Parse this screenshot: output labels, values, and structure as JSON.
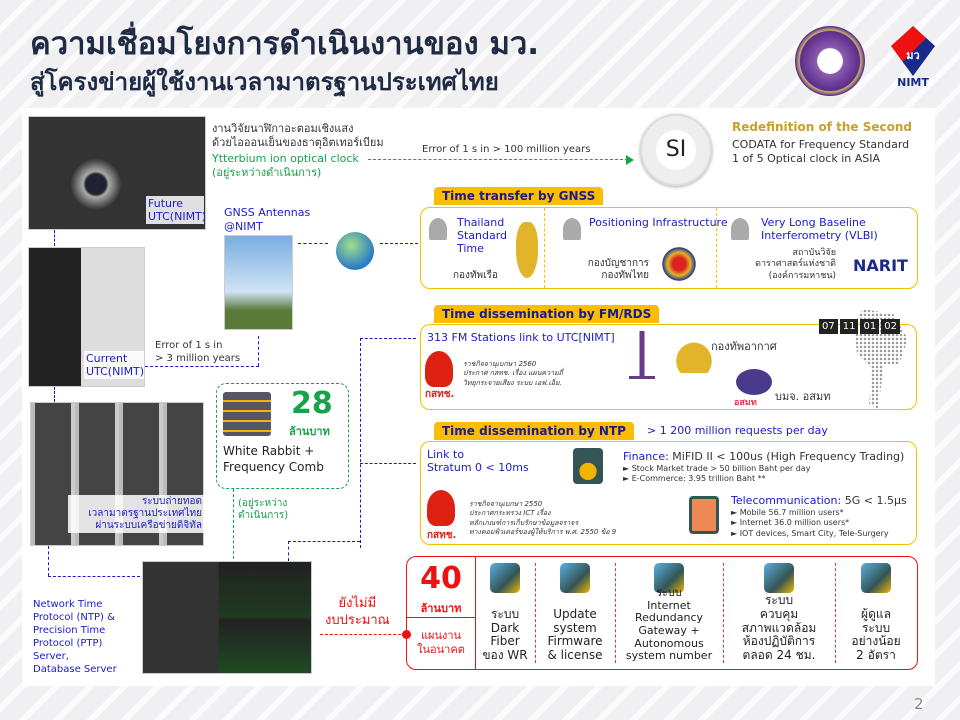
{
  "title": {
    "line1": "ความเชื่อมโยงการดำเนินงานของ มว.",
    "line2": "สู่โครงข่ายผู้ใช้งานเวลามาตรฐานประเทศไทย"
  },
  "logos": {
    "nimt": "NIMT",
    "mw": "มว"
  },
  "page_number": "2",
  "optical": {
    "th1": "งานวิจัยนาฬิกาอะตอมเชิงแสง",
    "th2": "ด้วยไอออนเย็นของธาตุอิตเทอร์เบียม",
    "name": "Ytterbium ion optical clock",
    "status": "(อยู่ระหว่างดำเนินการ)",
    "error": "Error of 1 s in > 100 million years",
    "photo_label": "Future UTC(NIMT)"
  },
  "si": {
    "logo": "SI",
    "title": "Redefinition of the Second",
    "l1": "CODATA for Frequency Standard",
    "l2": "1 of 5 Optical clock in ASIA"
  },
  "current": {
    "label": "Current UTC(NIMT)",
    "error1": "Error of 1 s in",
    "error2": "> 3 million years"
  },
  "gnss_ant": {
    "l1": "GNSS Antennas",
    "l2": "@NIMT"
  },
  "gnss": {
    "tab": "Time transfer by GNSS",
    "c1": {
      "title": "Thailand Standard Time",
      "org": "กองทัพเรือ"
    },
    "c2": {
      "title": "Positioning Infrastructure",
      "org": "กองบัญชาการ กองทัพไทย"
    },
    "c3": {
      "title": "Very Long Baseline Interferometry (VLBI)",
      "org1": "สถาบันวิจัย",
      "org2": "ดาราศาสตร์แห่งชาติ",
      "org3": "(องค์การมหาชน)",
      "logo": "NARIT"
    }
  },
  "fm": {
    "tab": "Time dissemination by FM/RDS",
    "stations": "313 FM Stations link to UTC[NIMT]",
    "nbtc": "กสทช.",
    "law1": "ราชกิจจานุเบกษา 2560",
    "law2": "ประกาศ กสทช. เรื่อง แผนความถี่",
    "law3": "วิทยุกระจายเสียง ระบบ เอฟ.เอ็ม.",
    "airforce": "กองทัพอากาศ",
    "mcot_logo": "อสมท",
    "mcot": "บมจ. อสมท",
    "clock": [
      "07",
      "11",
      "01",
      "02"
    ]
  },
  "ntp": {
    "tab": "Time dissemination by NTP",
    "requests": "> 1 200 million requests per day",
    "link1": "Link to",
    "link2": "Stratum 0 < 10ms",
    "fin_title": "Finance:",
    "fin_val": "MiFID II < 100us (High Frequency Trading)",
    "fin_b1": "► Stock Market trade > 50 billion Baht per day",
    "fin_b2": "► E-Commerce: 3.95 trillion Baht **",
    "nbtc": "กสทช.",
    "law1": "ราชกิจจานุเบกษา 2550",
    "law2": "ประกาศกระทรวง ICT เรื่อง",
    "law3": "หลักเกณฑ์การเก็บรักษาข้อมูลจราจร",
    "law4": "ทางคอมพิวเตอร์ของผู้ให้บริการ พ.ศ. 2550 ข้อ 9",
    "tel_title": "Telecommunication:",
    "tel_val": "5G < 1.5μs",
    "tel_b1": "► Mobile 56.7 million users*",
    "tel_b2": "► Internet 36.0 million users*",
    "tel_b3": "► IOT devices, Smart City, Tele-Surgery"
  },
  "wr": {
    "amount": "28",
    "unit": "ล้านบาท",
    "l1": "White Rabbit +",
    "l2": "Frequency Comb",
    "status": "(อยู่ระหว่างดำเนินการ)"
  },
  "digital": {
    "l1": "ระบบถ่ายทอด",
    "l2": "เวลามาตรฐานประเทศไทย",
    "l3": "ผ่านระบบเครือข่ายดิจิทัล"
  },
  "servers": {
    "l1": "Network Time",
    "l2": "Protocol (NTP) &",
    "l3": "Precision Time",
    "l4": "Protocol (PTP)",
    "l5": "Server,",
    "l6": "Database Server"
  },
  "nobudget": {
    "l1": "ยังไม่มี",
    "l2": "งบประมาณ"
  },
  "future": {
    "amount": "40",
    "unit": "ล้านบาท",
    "plan1": "แผนงาน",
    "plan2": "ในอนาคต",
    "items": [
      {
        "lines": [
          "ระบบ",
          "Dark",
          "Fiber",
          "ของ WR"
        ]
      },
      {
        "lines": [
          "Update",
          "system",
          "Firmware",
          "& license"
        ]
      },
      {
        "lines": [
          "ระบบ",
          "Internet",
          "Redundancy",
          "Gateway +",
          "Autonomous",
          "system number"
        ]
      },
      {
        "lines": [
          "ระบบ",
          "ควบคุม",
          "สภาพแวดล้อม",
          "ห้องปฏิบัติการ",
          "ตลอด 24 ชม."
        ]
      },
      {
        "lines": [
          "ผู้ดูแล",
          "ระบบ",
          "อย่างน้อย",
          "2 อัตรา"
        ]
      }
    ]
  }
}
